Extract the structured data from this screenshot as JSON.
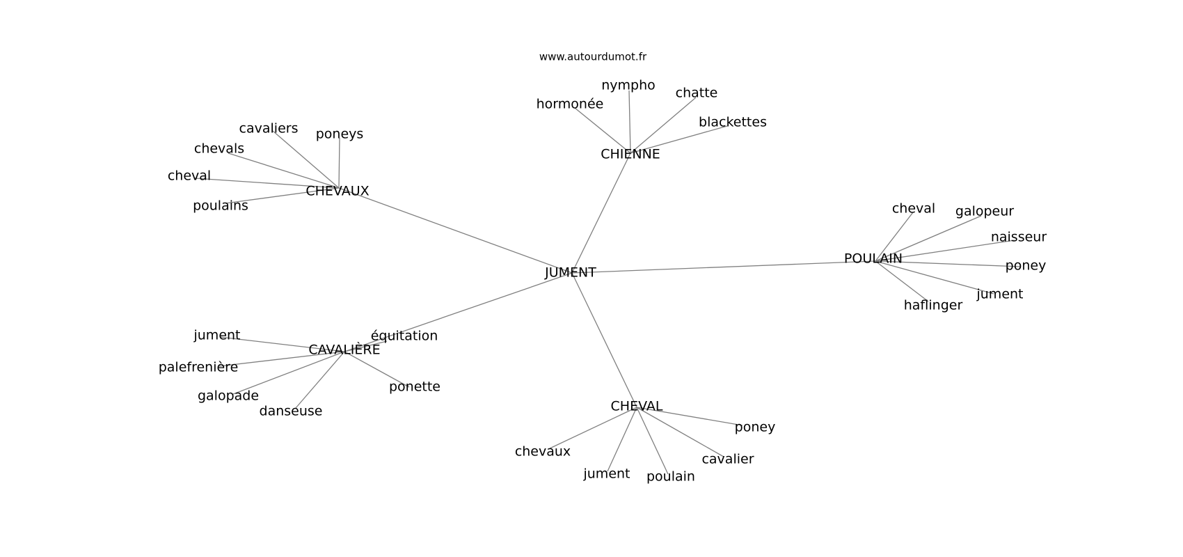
{
  "watermark": "www.autourdumot.fr",
  "center": {
    "id": "jument",
    "label": "JUMENT"
  },
  "clusters": [
    {
      "id": "chevaux",
      "label": "CHEVAUX",
      "children": [
        "cavaliers",
        "poneys",
        "chevals",
        "cheval",
        "poulains"
      ]
    },
    {
      "id": "chienne",
      "label": "CHIENNE",
      "children": [
        "nympho",
        "hormonée",
        "chatte",
        "blackettes"
      ]
    },
    {
      "id": "poulain",
      "label": "POULAIN",
      "children": [
        "cheval",
        "galopeur",
        "naisseur",
        "poney",
        "jument",
        "haflinger"
      ]
    },
    {
      "id": "cavaliere",
      "label": "CAVALIÈRE",
      "children": [
        "jument",
        "équitation",
        "palefrenière",
        "galopade",
        "danseuse",
        "ponette"
      ]
    },
    {
      "id": "cheval",
      "label": "CHEVAL",
      "children": [
        "poney",
        "chevaux",
        "cavalier",
        "jument",
        "poulain"
      ]
    }
  ]
}
